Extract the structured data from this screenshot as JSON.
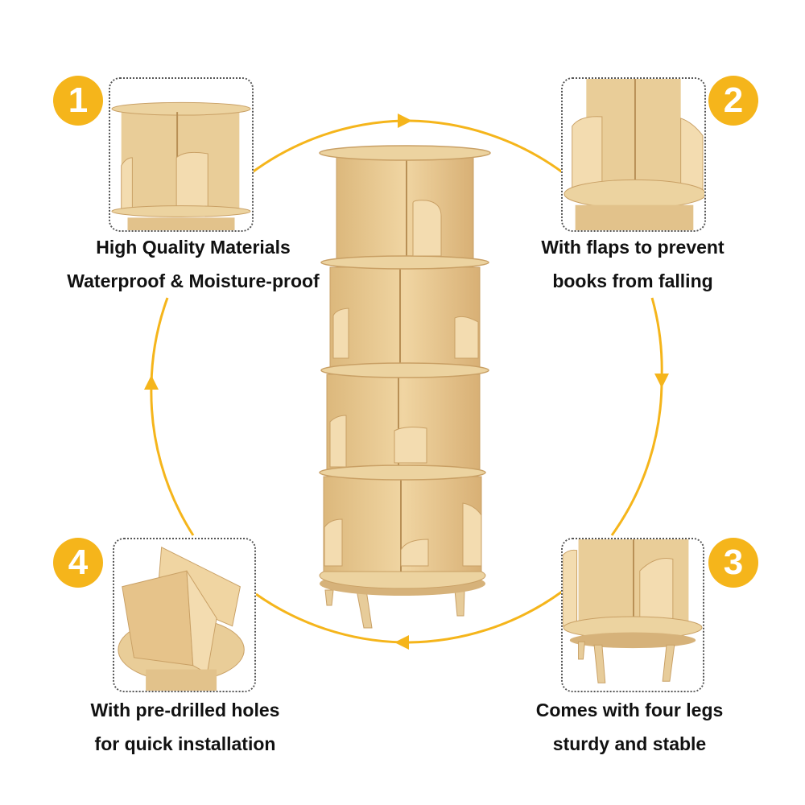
{
  "colors": {
    "accent": "#f5b51b",
    "wood": "#e8c992",
    "wood_dark": "#c9a065"
  },
  "features": [
    {
      "number": "1",
      "title": "High Quality Materials",
      "subtitle": "Waterproof & Moisture-proof"
    },
    {
      "number": "2",
      "title": "With flaps to prevent",
      "subtitle": "books from falling"
    },
    {
      "number": "3",
      "title": "Comes with four legs",
      "subtitle": "sturdy and stable"
    },
    {
      "number": "4",
      "title": "With pre-drilled holes",
      "subtitle": "for quick installation"
    }
  ]
}
